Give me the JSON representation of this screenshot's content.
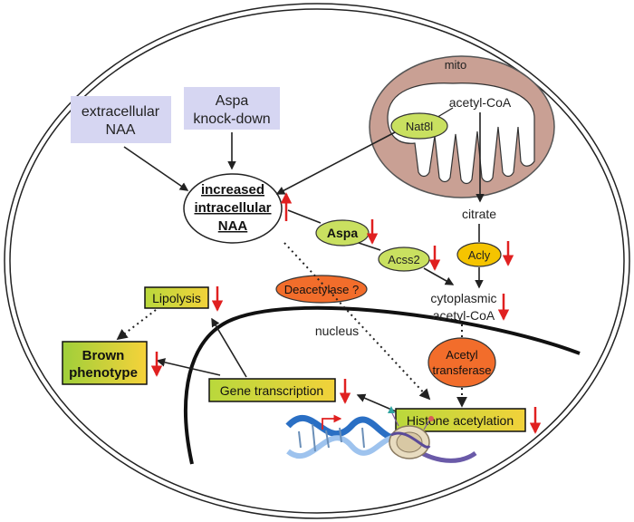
{
  "title": "",
  "inputs": {
    "extracellular": "extracellular NAA",
    "extracellular_lines": [
      "extracellular",
      "NAA"
    ],
    "knockdown": "Aspa knock-down",
    "knockdown_lines": [
      "Aspa",
      "knock-down"
    ]
  },
  "center": {
    "label": "increased intracellular NAA",
    "lines": [
      "increased",
      "intracellular",
      "NAA"
    ],
    "direction": "up"
  },
  "mito": {
    "label": "mito",
    "acetyl_coa": "acetyl-CoA",
    "enzyme": "Nat8l"
  },
  "metabolites": {
    "citrate": "citrate",
    "cytoplasmic": "cytoplasmic acetyl-CoA",
    "cytoplasmic_lines": [
      "cytoplasmic",
      "acetyl-CoA"
    ],
    "nucleus": "nucleus"
  },
  "enzymes": {
    "aspa": "Aspa",
    "acss2": "Acss2",
    "acly": "Acly",
    "deacetylase": "Deacetylase ?",
    "acetyl_transferase": "Acetyl transferase",
    "acetyl_transferase_lines": [
      "Acetyl",
      "transferase"
    ]
  },
  "outcomes": {
    "histone": "Histone acetylation",
    "gene_transcription": "Gene transcription",
    "lipolysis": "Lipolysis",
    "brown": "Brown phenotype",
    "brown_lines": [
      "Brown",
      "phenotype"
    ]
  },
  "indicators": {
    "down": "decreased",
    "up": "increased"
  },
  "colors": {
    "input_box": "#d6d6f2",
    "mito_fill": "#c9a094",
    "enzyme_green": "#c9e060",
    "enzyme_orange": "#f26d2b",
    "acly": "#f5c400",
    "outcome_yellow": "#d8e24a",
    "arrow_red": "#e02020",
    "dna_blue": "#2a6fc4"
  }
}
